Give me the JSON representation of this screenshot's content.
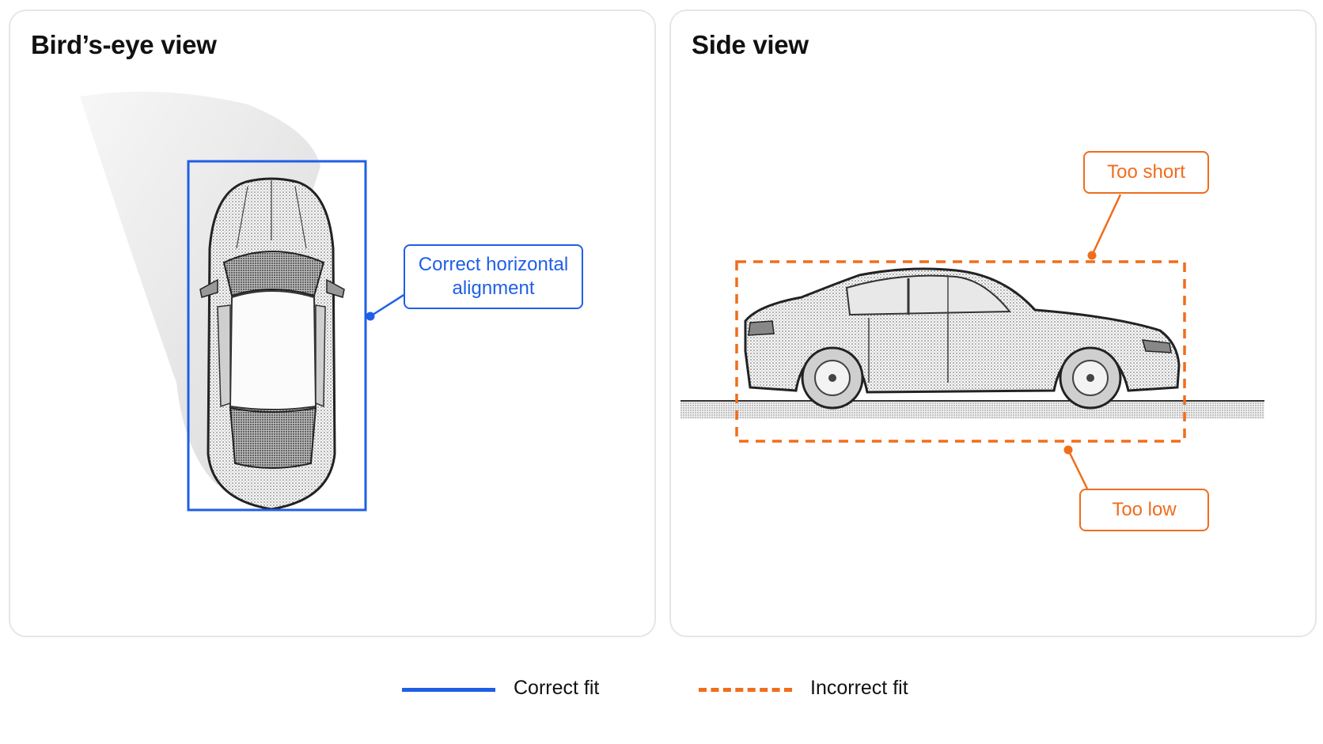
{
  "left_panel": {
    "title": "Bird’s-eye view",
    "callout": "Correct horizontal alignment"
  },
  "right_panel": {
    "title": "Side view",
    "callout_top": "Too short",
    "callout_bottom": "Too low"
  },
  "legend": {
    "correct_label": "Correct fit",
    "incorrect_label": "Incorrect fit"
  },
  "colors": {
    "correct": "#1f5fe6",
    "incorrect": "#f06d1c",
    "panel_border": "#e6e6e6",
    "title": "#111111"
  }
}
